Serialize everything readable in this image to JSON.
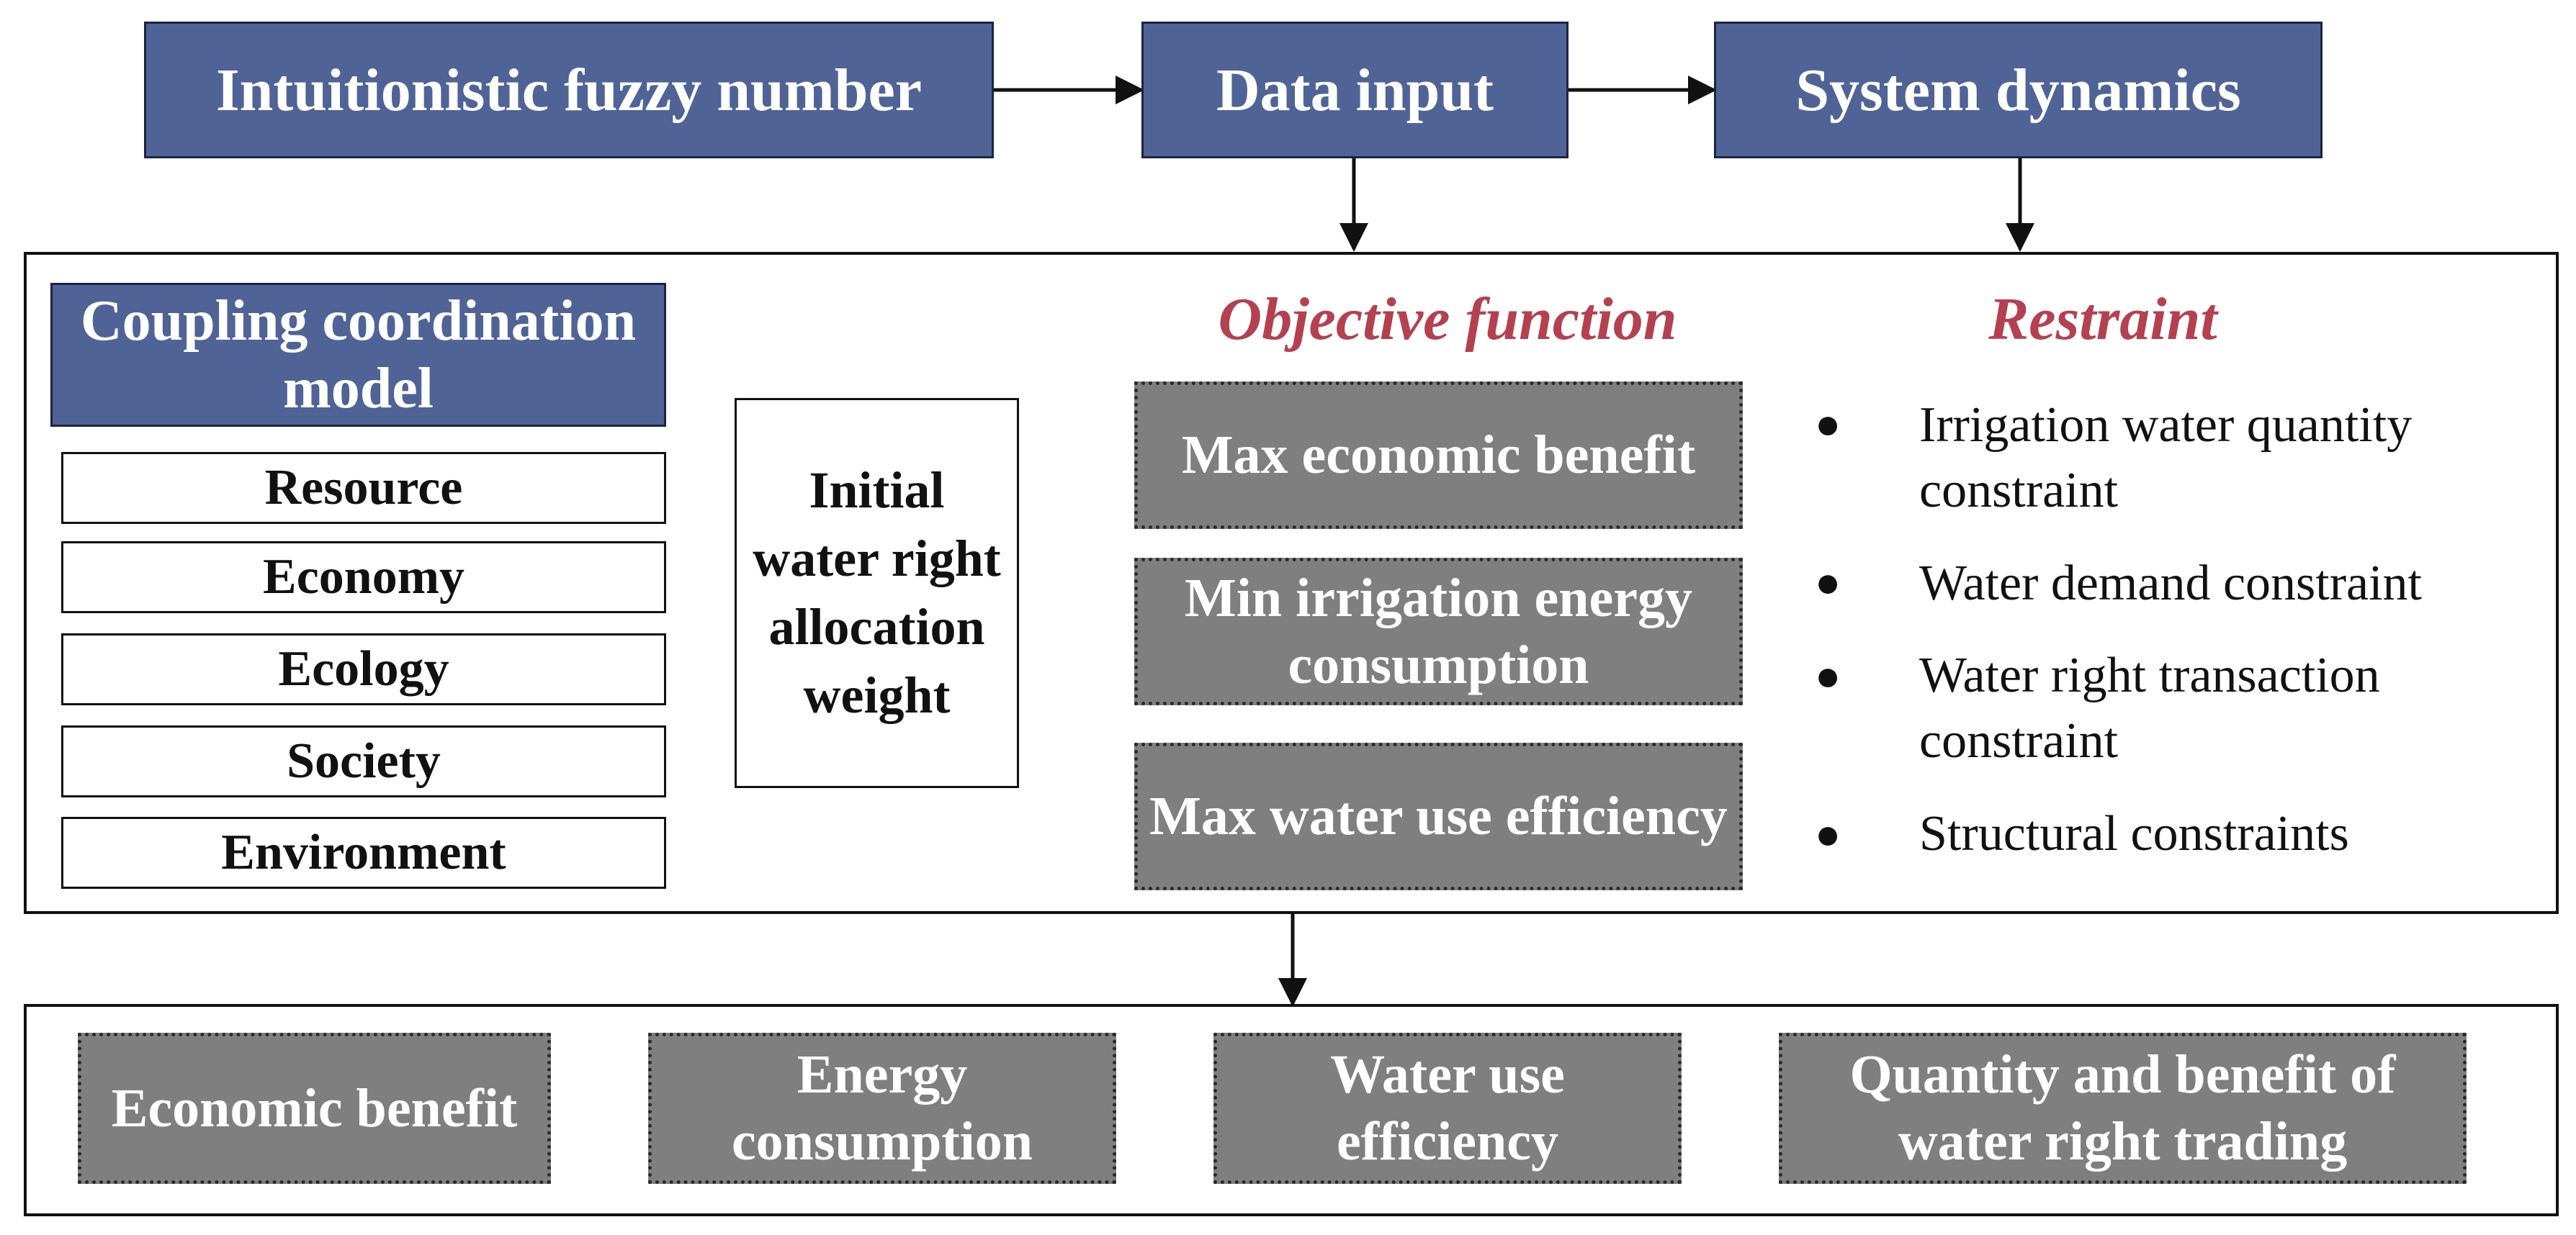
{
  "top": {
    "fuzzy": "Intuitionistic fuzzy number",
    "data_input": "Data input",
    "system_dynamics": "System dynamics"
  },
  "coupling": {
    "title": "Coupling coordination model",
    "items": [
      "Resource",
      "Economy",
      "Ecology",
      "Society",
      "Environment"
    ]
  },
  "weight_box": "Initial water right allocation weight",
  "objective": {
    "heading": "Objective function",
    "items": [
      "Max economic benefit",
      "Min irrigation energy consumption",
      "Max water use efficiency"
    ]
  },
  "restraint": {
    "heading": "Restraint",
    "items": [
      "Irrigation water quantity constraint",
      "Water demand constraint",
      "Water right transaction constraint",
      "Structural constraints"
    ]
  },
  "outputs": [
    "Economic benefit",
    "Energy consumption",
    "Water use efficiency",
    "Quantity and benefit of water right trading"
  ],
  "colors": {
    "blue_box": "#4f6397",
    "gray_box": "#7f7f7f",
    "heading_red": "#b44050"
  }
}
